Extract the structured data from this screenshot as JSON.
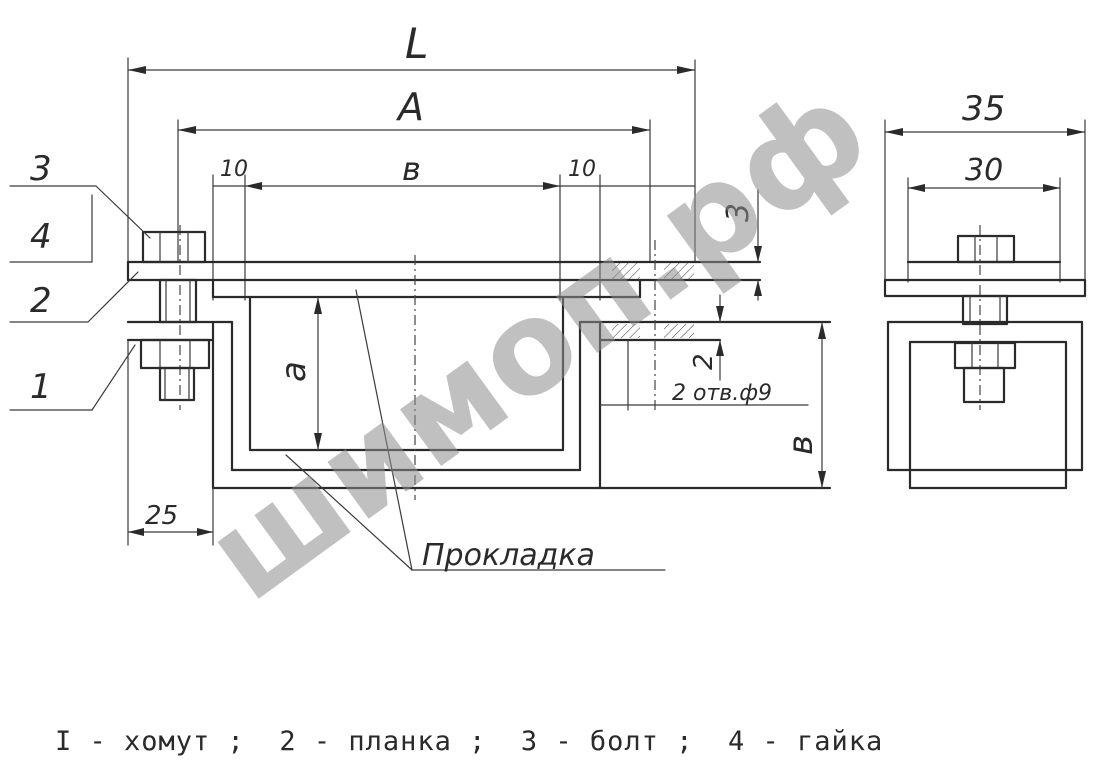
{
  "dimensions": {
    "L": "L",
    "A": "A",
    "b": "в",
    "left_10": "10",
    "right_10": "10",
    "t3": "3",
    "t2": "2",
    "a": "а",
    "B": "в",
    "d25": "25",
    "d35": "35",
    "d30": "30"
  },
  "callouts": {
    "c3": "3",
    "c4": "4",
    "c2": "2",
    "c1": "1",
    "holes": "2 отв.ф9",
    "pad": "Прокладка"
  },
  "legend": {
    "text": "I - хомут ;  2 - планка ;  3 - болт ;  4 - гайка"
  },
  "watermark": "шимоп.рф"
}
